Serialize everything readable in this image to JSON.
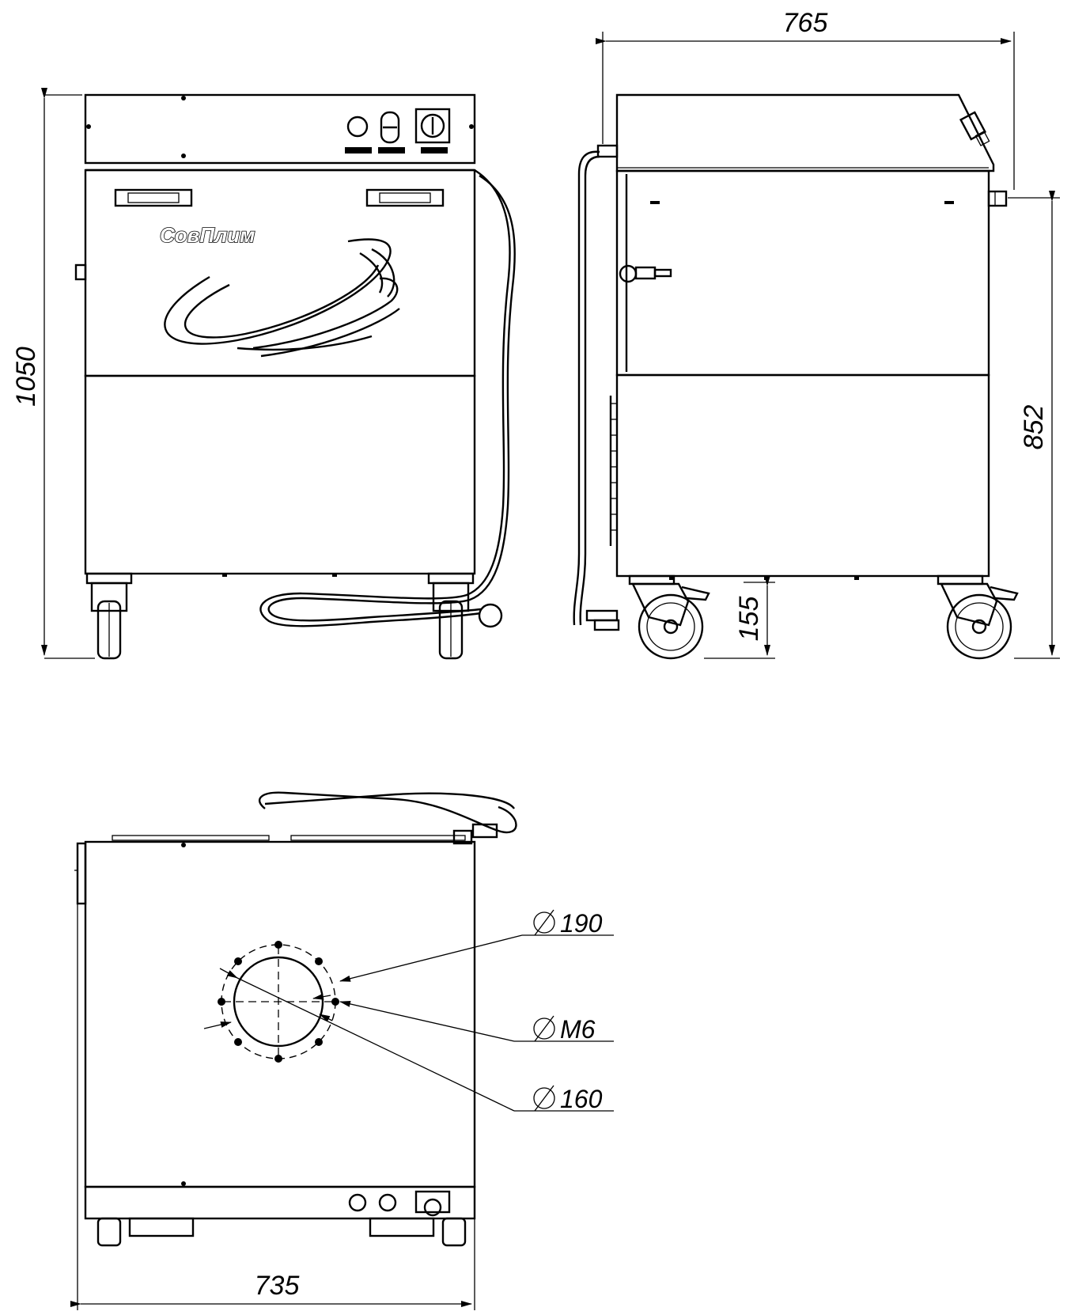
{
  "logo": {
    "text": "СовПлим"
  },
  "dimensions": {
    "front_height": "1050",
    "side_depth": "765",
    "side_height": "852",
    "wheel_height": "155",
    "top_width": "735"
  },
  "diameters": {
    "bolt_circle": "190",
    "thread": "M6",
    "opening": "160"
  },
  "symbols": {
    "diameter": "diameter-symbol-icon"
  },
  "colors": {
    "line": "#000000",
    "background": "#ffffff"
  }
}
